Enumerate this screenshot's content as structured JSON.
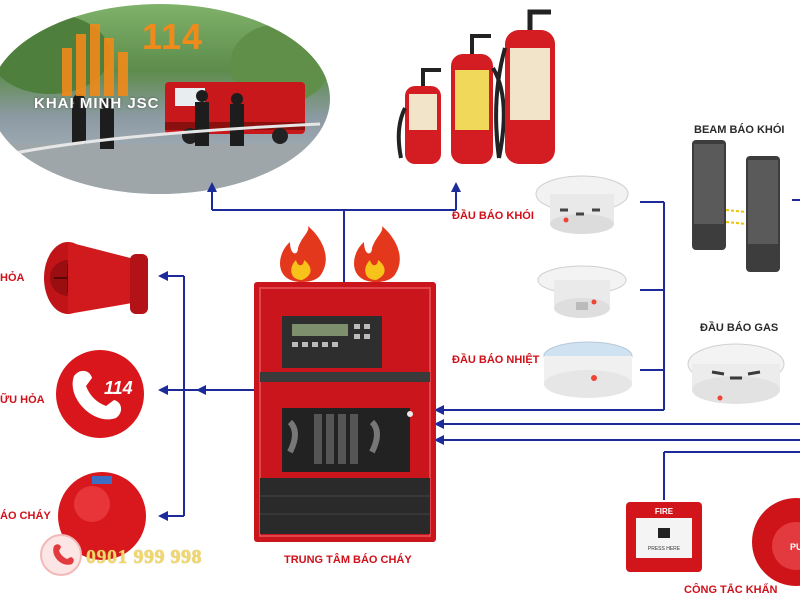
{
  "logo": {
    "number": "114",
    "company": "KHAI MINH JSC"
  },
  "contact": {
    "phone": "0901 999 998"
  },
  "labels": {
    "siren": "HỎA",
    "hotline": "ỮU HỎA",
    "bell": "ÁO CHÁY",
    "smoke_detector": "ĐẦU BÁO KHÓI",
    "heat_detector": "ĐẦU BÁO NHIỆT",
    "beam_detector": "BEAM BÁO KHÓI",
    "gas_detector": "ĐẦU BÁO GAS",
    "control_panel": "TRUNG TÂM BÁO CHÁY",
    "manual_call_point": "CÔNG TẮC KHẨN"
  },
  "hotline_icon_text": "114",
  "call_point_text": {
    "top": "FIRE",
    "bottom": "PRESS HERE"
  },
  "alarm_button_text": "PUSH",
  "colors": {
    "accent_red": "#d0101a",
    "arrow_blue": "#1c2a9a",
    "logo_orange": "#f08a1a",
    "phone_gold": "#f2d86a"
  }
}
